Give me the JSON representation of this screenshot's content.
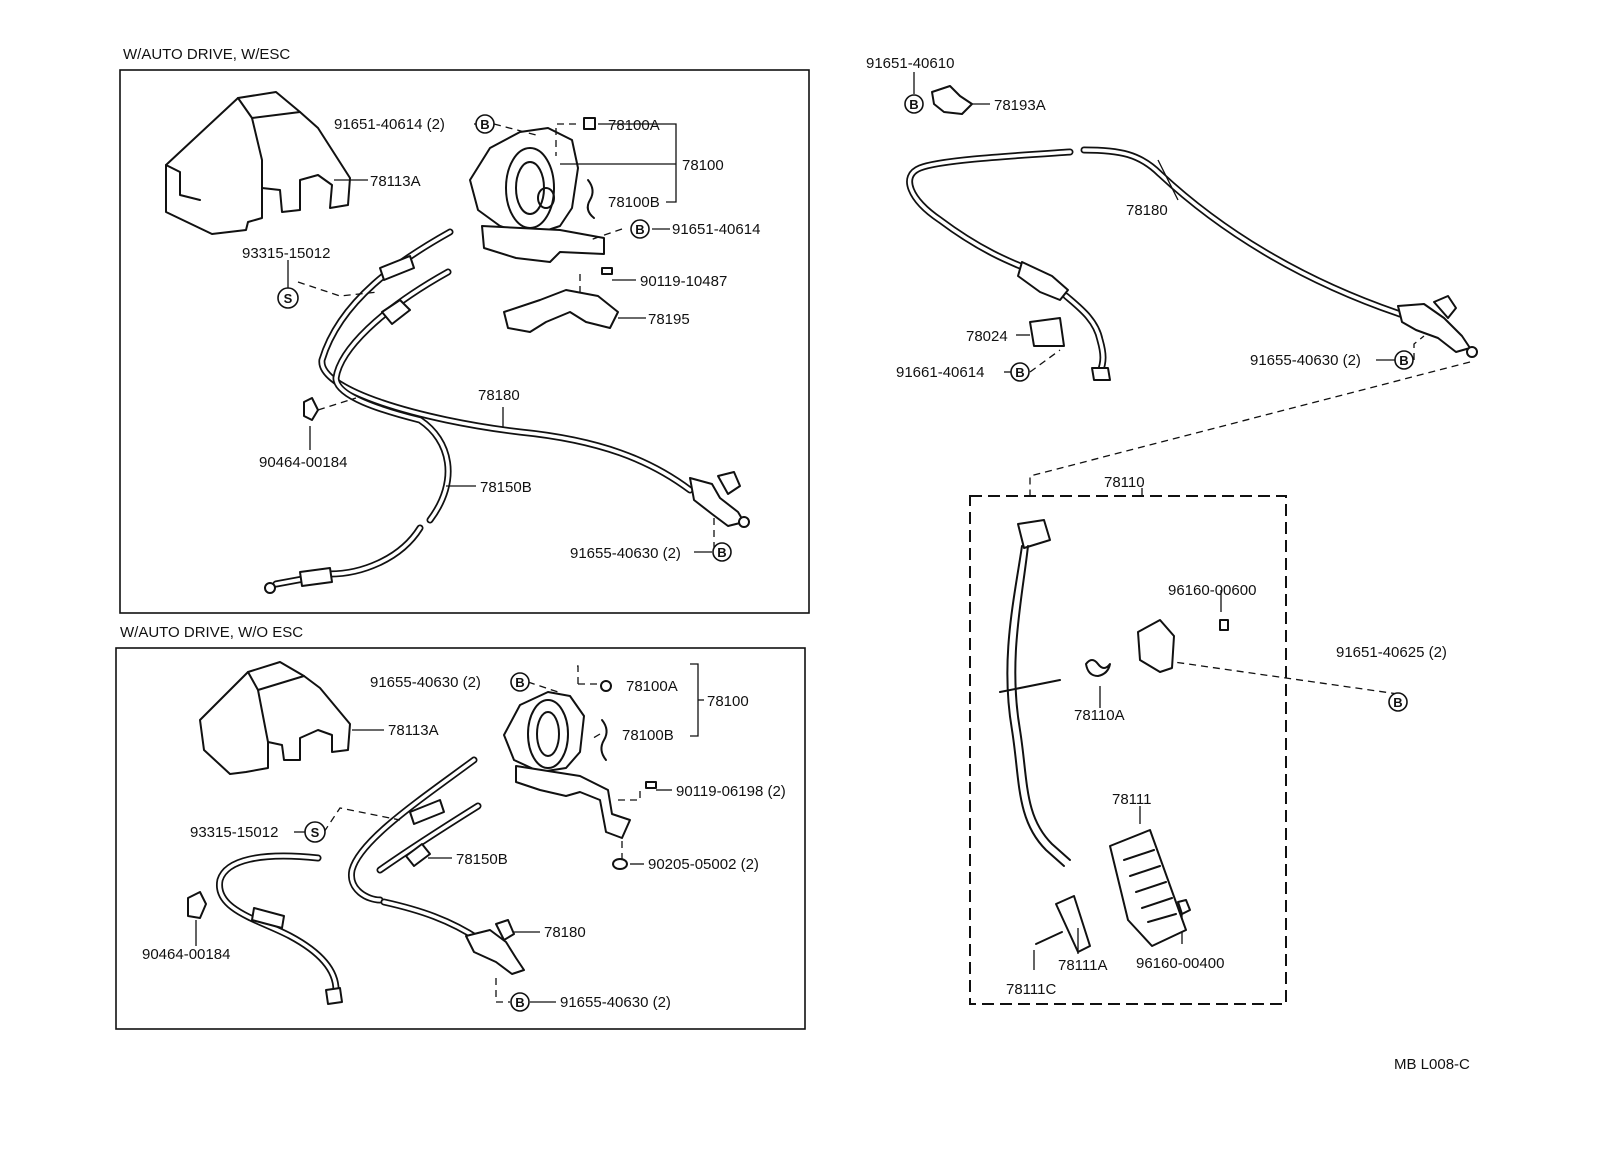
{
  "sections": {
    "top_left": {
      "title": "W/AUTO DRIVE, W/ESC"
    },
    "bottom_left": {
      "title": "W/AUTO DRIVE, W/O ESC"
    }
  },
  "labels": {
    "tl_91651_40614_2": "91651-40614 (2)",
    "tl_78100A": "78100A",
    "tl_78100": "78100",
    "tl_78100B": "78100B",
    "tl_78113A": "78113A",
    "tl_91651_40614": "91651-40614",
    "tl_93315_15012": "93315-15012",
    "tl_90119_10487": "90119-10487",
    "tl_78195": "78195",
    "tl_78180": "78180",
    "tl_90464_00184": "90464-00184",
    "tl_78150B": "78150B",
    "tl_91655_40630_2": "91655-40630 (2)",
    "bl_91655_40630_2a": "91655-40630 (2)",
    "bl_78100A": "78100A",
    "bl_78100": "78100",
    "bl_78100B": "78100B",
    "bl_78113A": "78113A",
    "bl_90119_06198_2": "90119-06198 (2)",
    "bl_93315_15012": "93315-15012",
    "bl_78150B": "78150B",
    "bl_90205_05002_2": "90205-05002 (2)",
    "bl_78180": "78180",
    "bl_90464_00184": "90464-00184",
    "bl_91655_40630_2b": "91655-40630 (2)",
    "r_91651_40610": "91651-40610",
    "r_78193A": "78193A",
    "r_78180": "78180",
    "r_78024": "78024",
    "r_91661_40614": "91661-40614",
    "r_91655_40630_2": "91655-40630 (2)",
    "r_78110": "78110",
    "r_96160_00600": "96160-00600",
    "r_91651_40625_2": "91651-40625 (2)",
    "r_78110A": "78110A",
    "r_78111": "78111",
    "r_78111A": "78111A",
    "r_96160_00400": "96160-00400",
    "r_78111C": "78111C",
    "code": "MB L008-C"
  },
  "badges": {
    "b": "B",
    "s": "S"
  }
}
